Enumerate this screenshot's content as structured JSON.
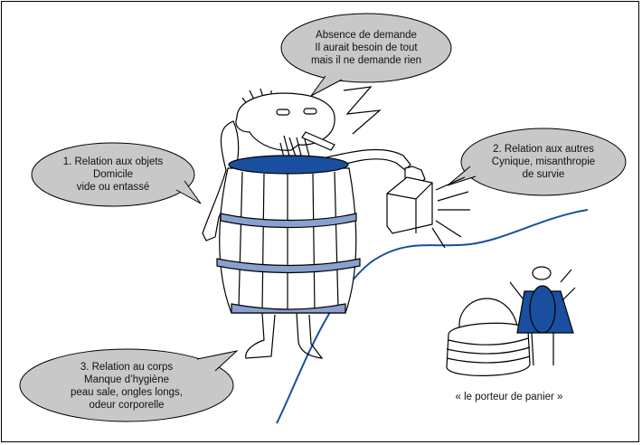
{
  "bubbles": {
    "top": {
      "lines": [
        "Absence de demande",
        "Il aurait besoin de tout",
        "mais il ne demande rien"
      ]
    },
    "objects": {
      "lines": [
        "1. Relation aux objets",
        "Domicile",
        "vide ou entassé"
      ]
    },
    "others": {
      "lines": [
        "2. Relation aux autres",
        "Cynique, misanthropie",
        "de survie"
      ]
    },
    "body": {
      "lines": [
        "3. Relation au corps",
        "Manque d’hygiène",
        "peau sale, ongles longs,",
        "odeur corporelle"
      ]
    }
  },
  "caption": "« le porteur de panier »",
  "colors": {
    "bubble": "#c8c8c8",
    "accent": "#1a4fa0",
    "line": "#000000"
  }
}
